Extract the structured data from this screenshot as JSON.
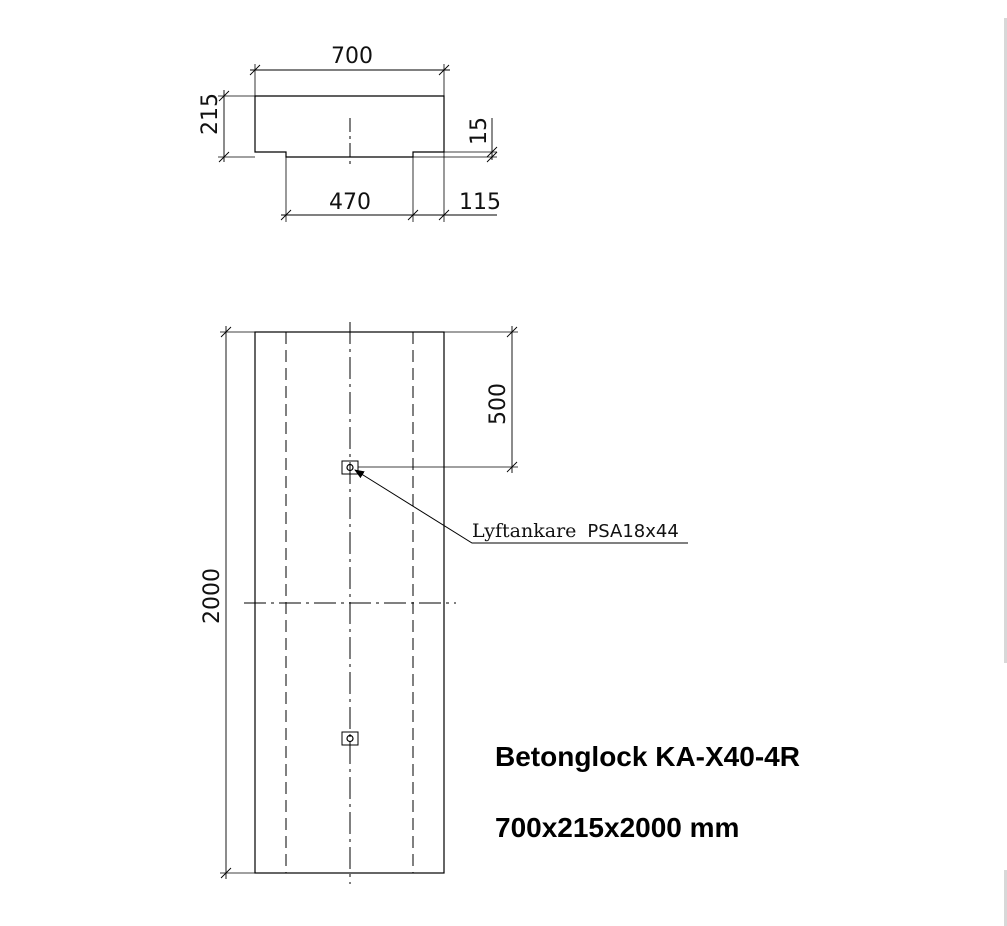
{
  "section_dims": {
    "width": "700",
    "height": "215",
    "inner_width": "470",
    "rebate_depth": "15",
    "rebate_width": "115"
  },
  "plan_dims": {
    "length": "2000",
    "anchor_offset": "500"
  },
  "anchor_note": {
    "label": "Lyftankare",
    "code": "PSA18x44"
  },
  "title": {
    "name": "Betonglock KA-X40-4R",
    "size": "700x215x2000 mm"
  },
  "colors": {
    "line": "#000000",
    "background": "#ffffff"
  }
}
